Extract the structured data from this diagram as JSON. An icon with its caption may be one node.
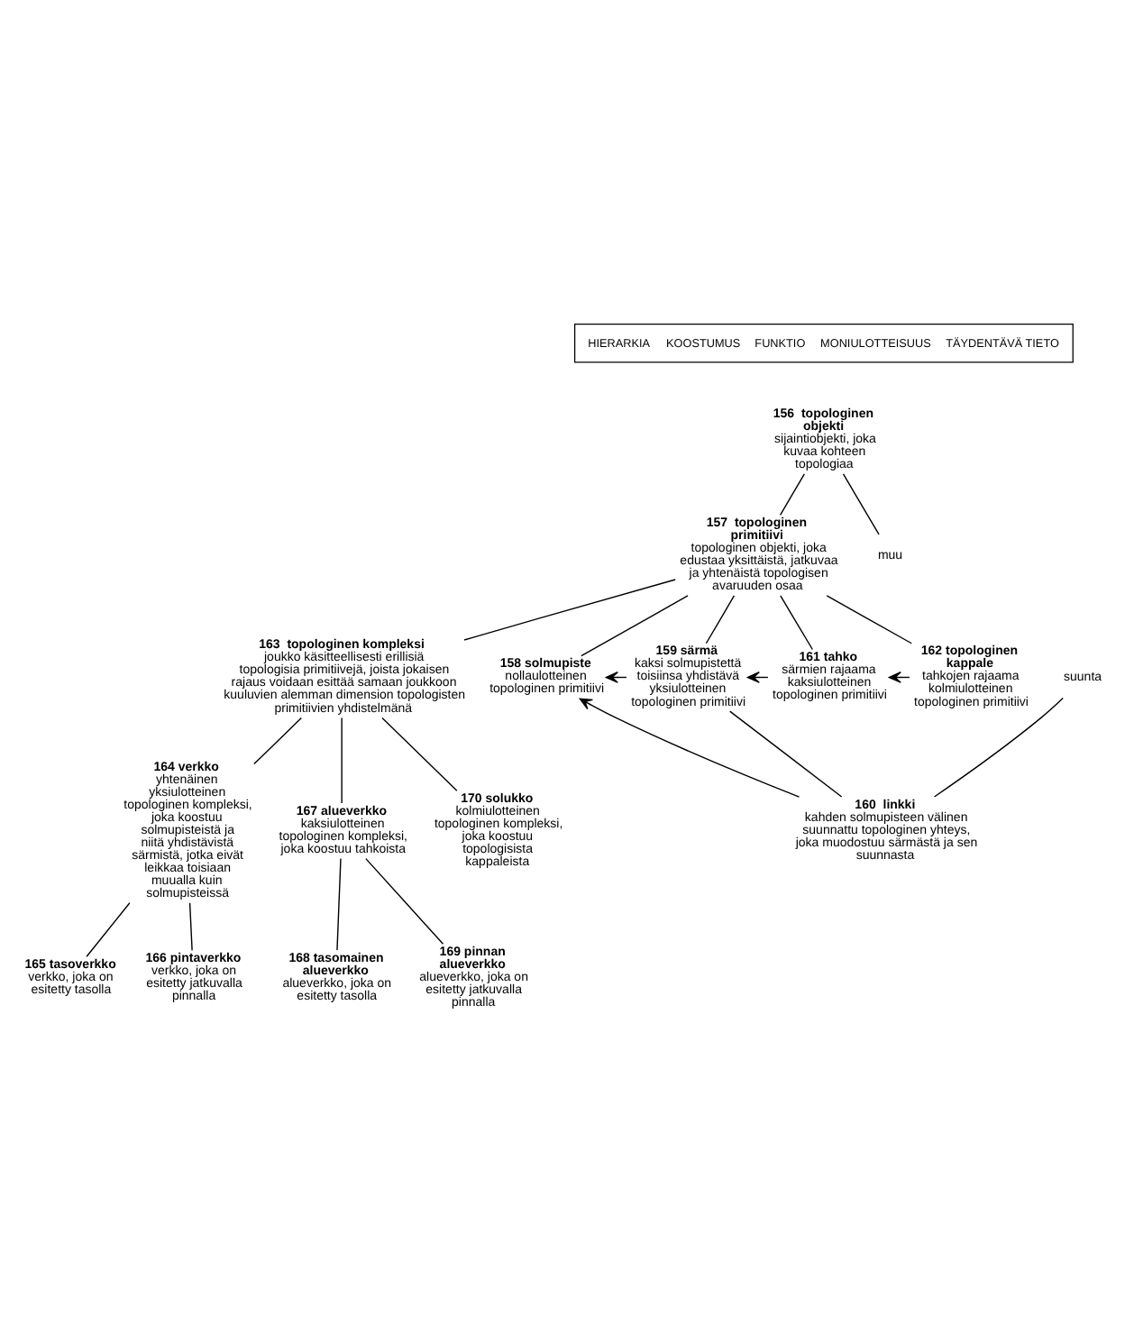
{
  "diagram": {
    "nodes": [
      {
        "text": [
          "156  topologinen objekti",
          "sijaintiobjekti, joka kuvaa kohteen topologiaa"
        ]
      },
      {
        "text": [
          "157  topologinen primitiivi",
          "topologinen objekti, joka edustaa yksittäistä, jatkuvaa ja yhtenäistä topologisen avaruuden osaa"
        ]
      },
      {
        "text": [
          "muu"
        ]
      },
      {
        "text": [
          "163  topologinen kompleksi",
          "joukko käsitteellisesti erillisiä topologisia primitiivejä, joista jokaisen rajaus voidaan esittää samaan joukkoon kuuluvien alemman dimension topologisten primitiivien yhdistelmänä"
        ]
      },
      {
        "text": [
          "158 solmupiste",
          "nollaulotteinen topologinen primitiivi"
        ]
      },
      {
        "text": [
          "159 särmä",
          "kaksi solmupistettä toisiinsa yhdistävä yksiulotteinen topologinen primitiivi"
        ]
      },
      {
        "text": [
          "161 tahko",
          "särmien rajaama kaksiulotteinen topologinen primitiivi"
        ]
      },
      {
        "text": [
          "162 topologinen kappale",
          "tahkojen rajaama kolmiulotteinen topologinen primitiivi"
        ]
      },
      {
        "text": [
          "suunta"
        ]
      },
      {
        "text": [
          "160  linkki",
          "kahden solmupisteen välinen suunnattu topologinen yhteys, joka muodostuu särmästä ja sen suunnasta"
        ]
      },
      {
        "text": [
          "164 verkko",
          "yhtenäinen yksiulotteinen topologinen kompleksi, joka koostuu solmupisteistä ja niitä yhdistävistä särmistä, jotka eivät leikkaa toisiaan muualla kuin solmupisteissä"
        ]
      },
      {
        "text": [
          "167 alueverkko",
          "kaksiulotteinen topologinen kompleksi, joka koostuu tahkoista"
        ]
      },
      {
        "text": [
          "170 solukko",
          "kolmiulotteinen topologinen kompleksi, joka koostuu topologisista kappaleista"
        ]
      },
      {
        "text": [
          "165 tasoverkko",
          "verkko, joka on esitetty tasolla"
        ]
      },
      {
        "text": [
          "166 pintaverkko",
          "verkko, joka on esitetty jatkuvalla pinnalla"
        ]
      },
      {
        "text": [
          "168 tasomainen alueverkko",
          "alueverkko, joka on esitetty tasolla"
        ]
      },
      {
        "text": [
          "169 pinnan alueverkko",
          "alueverkko, joka on esitetty jatkuvalla pinnalla"
        ]
      }
    ],
    "edges": [
      {
        "from": 0,
        "to": 1,
        "arrow": "none"
      },
      {
        "from": 0,
        "to": 2,
        "arrow": "none"
      },
      {
        "from": 1,
        "to": 3,
        "arrow": "none"
      },
      {
        "from": 1,
        "to": 4,
        "arrow": "none"
      },
      {
        "from": 1,
        "to": 5,
        "arrow": "none"
      },
      {
        "from": 1,
        "to": 6,
        "arrow": "none"
      },
      {
        "from": 1,
        "to": 7,
        "arrow": "none"
      },
      {
        "from": 5,
        "to": 4,
        "arrow": "to"
      },
      {
        "from": 6,
        "to": 5,
        "arrow": "to"
      },
      {
        "from": 7,
        "to": 6,
        "arrow": "to"
      },
      {
        "from": 5,
        "to": 9,
        "arrow": "none"
      },
      {
        "from": 8,
        "to": 9,
        "arrow": "none"
      },
      {
        "from": 9,
        "to": 4,
        "arrow": "to"
      },
      {
        "from": 3,
        "to": 10,
        "arrow": "none"
      },
      {
        "from": 3,
        "to": 11,
        "arrow": "none"
      },
      {
        "from": 3,
        "to": 12,
        "arrow": "none"
      },
      {
        "from": 10,
        "to": 13,
        "arrow": "none"
      },
      {
        "from": 10,
        "to": 14,
        "arrow": "none"
      },
      {
        "from": 11,
        "to": 15,
        "arrow": "none"
      },
      {
        "from": 11,
        "to": 16,
        "arrow": "none"
      }
    ],
    "legend": [
      {
        "text": "HIERARKIA"
      },
      {
        "text": "KOOSTUMUS"
      },
      {
        "text": "FUNKTIO"
      },
      {
        "text": "MONIULOTTEISUUS"
      },
      {
        "text": "TÄYDENTÄVÄ TIETO"
      }
    ]
  }
}
